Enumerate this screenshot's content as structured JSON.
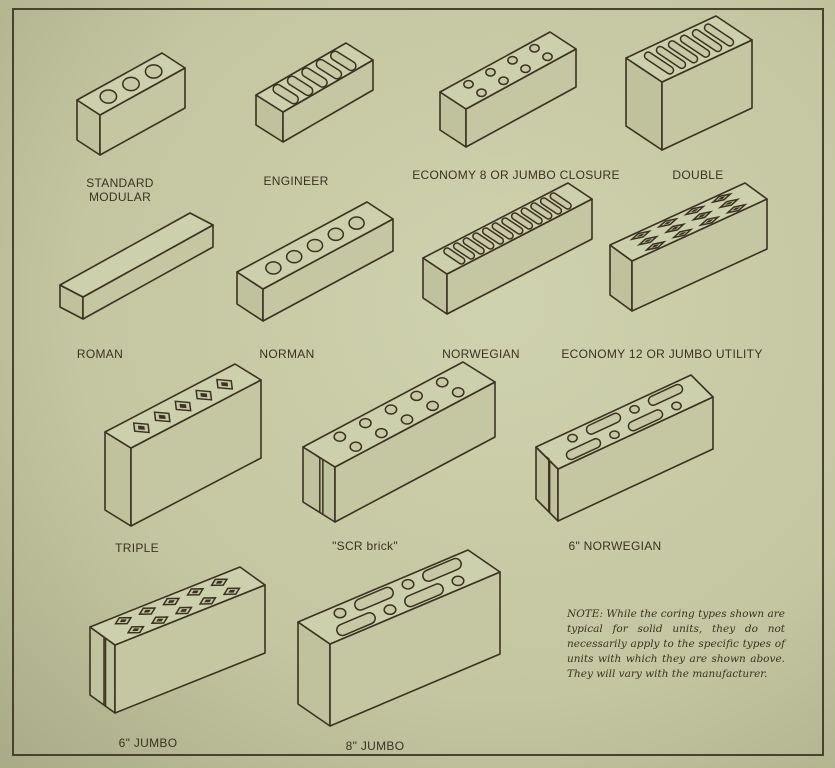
{
  "colors": {
    "paper": "#c6c9a4",
    "ink": "#3b3222"
  },
  "bricks": [
    {
      "id": "standard-modular",
      "label": "STANDARD",
      "label2": "MODULAR",
      "coring": {
        "shape": "circle",
        "rows": 1,
        "cols": 3
      }
    },
    {
      "id": "engineer",
      "label": "ENGINEER",
      "coring": {
        "shape": "slot",
        "rows": 1,
        "cols": 5
      }
    },
    {
      "id": "economy-8",
      "label": "ECONOMY 8 OR JUMBO CLOSURE",
      "coring": {
        "shape": "circle",
        "rows": 2,
        "cols": 4
      }
    },
    {
      "id": "double",
      "label": "DOUBLE",
      "coring": {
        "shape": "slot",
        "rows": 1,
        "cols": 6
      }
    },
    {
      "id": "roman",
      "label": "ROMAN",
      "coring": {
        "shape": "none",
        "rows": 0,
        "cols": 0
      }
    },
    {
      "id": "norman",
      "label": "NORMAN",
      "coring": {
        "shape": "circle",
        "rows": 1,
        "cols": 5
      }
    },
    {
      "id": "norwegian",
      "label": "NORWEGIAN",
      "coring": {
        "shape": "slot",
        "rows": 1,
        "cols": 12
      }
    },
    {
      "id": "economy-12",
      "label": "ECONOMY 12 OR JUMBO UTILITY",
      "coring": {
        "shape": "diamond",
        "rows": 3,
        "cols": 4
      }
    },
    {
      "id": "triple",
      "label": "TRIPLE",
      "coring": {
        "shape": "diamond",
        "rows": 1,
        "cols": 5
      }
    },
    {
      "id": "scr-brick",
      "label": "\"SCR brick\"",
      "coring": {
        "shape": "circle",
        "rows": 2,
        "cols": 5
      },
      "notch": true
    },
    {
      "id": "6-norwegian",
      "label": "6\" NORWEGIAN",
      "coring": {
        "shape": "mixed",
        "rows": 2,
        "cols": 4
      },
      "notch": true
    },
    {
      "id": "6-jumbo",
      "label": "6\" JUMBO",
      "coring": {
        "shape": "diamond",
        "rows": 2,
        "cols": 5
      },
      "notch": true
    },
    {
      "id": "8-jumbo",
      "label": "8\" JUMBO",
      "coring": {
        "shape": "mixed",
        "rows": 2,
        "cols": 4
      }
    }
  ],
  "note": "NOTE: While the coring types shown are typical for solid units, they do not necessarily apply to the specific types of units with which they are shown above. They will vary with the manufacturer."
}
